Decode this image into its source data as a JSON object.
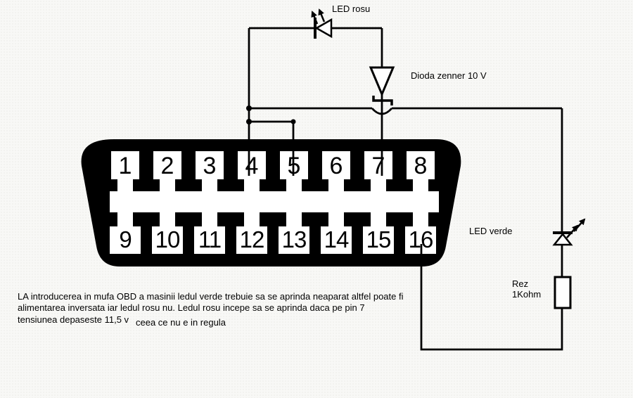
{
  "diagram_title": "OBD tester circuit",
  "labels": {
    "led_rosu": "LED rosu",
    "zener": "Dioda zenner 10 V",
    "led_verde": "LED verde",
    "resistor_line1": "Rez",
    "resistor_line2": "1Kohm"
  },
  "connector": {
    "type": "OBD-II female connector",
    "pins": [
      "1",
      "2",
      "3",
      "4",
      "5",
      "6",
      "7",
      "8",
      "9",
      "10",
      "11",
      "12",
      "13",
      "14",
      "15",
      "16"
    ]
  },
  "note": {
    "line1": "LA introducerea in mufa OBD a masinii ledul verde trebuie sa se aprinda neaparat altfel poate fi",
    "line2": "alimentarea inversata iar ledul rosu nu. Ledul rosu incepe sa se aprinda daca pe pin 7",
    "line3a": "tensiunea depaseste 11,5 v",
    "line3b": "ceea ce nu e in regula"
  },
  "colors": {
    "background": "#f8f8f6",
    "ink": "#000000",
    "connector_body": "#000000",
    "slot_fill": "#ffffff"
  }
}
